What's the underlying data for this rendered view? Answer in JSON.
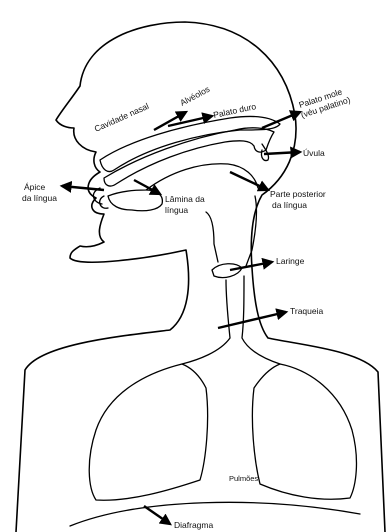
{
  "labels": {
    "cavidade_nasal": "Cavidade nasal",
    "alveolos": "Alvéolos",
    "palato_duro": "Palato duro",
    "palato_mole_1": "Palato mole",
    "palato_mole_2": "(véu palatino)",
    "uvula": "Úvula",
    "apice_1": "Ápice",
    "apice_2": "da língua",
    "lamina_1": "Lâmina da",
    "lamina_2": "língua",
    "posterior_1": "Parte posterior",
    "posterior_2": "da língua",
    "laringe": "Laringe",
    "traqueia": "Traqueia",
    "pulmoes": "Pulmões",
    "diafragma": "Diafragma"
  }
}
